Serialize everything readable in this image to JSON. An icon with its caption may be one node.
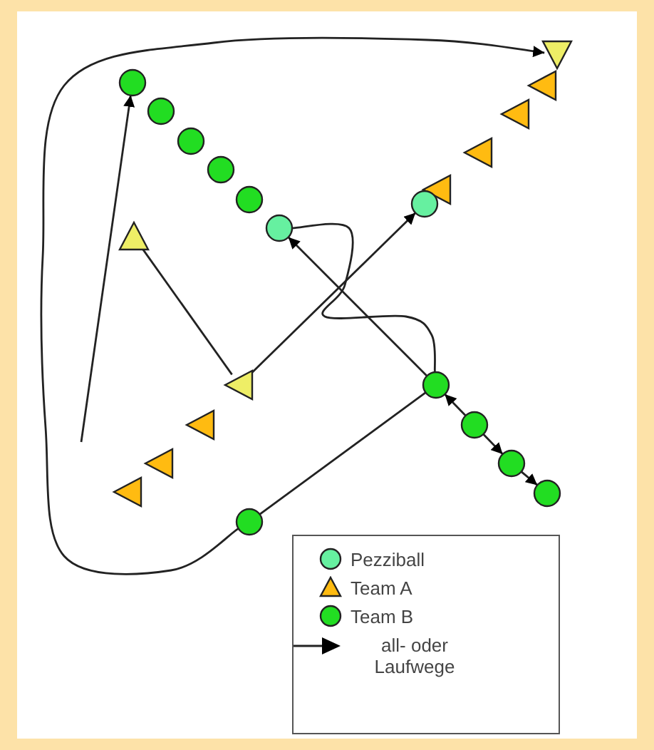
{
  "diagram": {
    "nodes": [
      {
        "text": [],
        "shape": "triangle"
      },
      {
        "text": [],
        "shape": "circle"
      },
      {
        "text": [],
        "shape": "triangle"
      },
      {
        "text": [],
        "shape": "circle"
      },
      {
        "text": [],
        "shape": "triangle"
      },
      {
        "text": [],
        "shape": "circle"
      },
      {
        "text": [],
        "shape": "triangle"
      },
      {
        "text": [],
        "shape": "circle"
      },
      {
        "text": [],
        "shape": "triangle"
      },
      {
        "text": [],
        "shape": "circle"
      },
      {
        "text": [],
        "shape": "circle"
      },
      {
        "text": [],
        "shape": "circle"
      },
      {
        "text": [],
        "shape": "triangle"
      },
      {
        "text": [],
        "shape": "triangle"
      },
      {
        "text": [],
        "shape": "circle"
      },
      {
        "text": [],
        "shape": "triangle"
      },
      {
        "text": [],
        "shape": "circle"
      },
      {
        "text": [],
        "shape": "triangle"
      },
      {
        "text": [],
        "shape": "circle"
      },
      {
        "text": [],
        "shape": "triangle"
      },
      {
        "text": [],
        "shape": "circle"
      },
      {
        "text": [],
        "shape": "circle"
      }
    ],
    "edges": [
      {
        "from": 21,
        "to": 0,
        "arrow": "to"
      },
      {
        "from": null,
        "to": 1,
        "arrow": "to"
      },
      {
        "from": 12,
        "to": 13,
        "arrow": "none"
      },
      {
        "from": 13,
        "to": 10,
        "arrow": "to"
      },
      {
        "from": 14,
        "to": 11,
        "arrow": "to"
      },
      {
        "from": 11,
        "to": 14,
        "arrow": "none"
      },
      {
        "from": 14,
        "to": 21,
        "arrow": "none"
      },
      {
        "from": 16,
        "to": 14,
        "arrow": "to"
      },
      {
        "from": 16,
        "to": 18,
        "arrow": "to"
      },
      {
        "from": 18,
        "to": 20,
        "arrow": "to"
      }
    ],
    "legend": [
      {
        "text": "Pezziball",
        "color": "#66f0a0"
      },
      {
        "text": "Team A",
        "color": "#ffbb11"
      },
      {
        "text": "Team B",
        "color": "#22dd22"
      },
      {
        "text": "all- oder Laufwege"
      }
    ]
  }
}
